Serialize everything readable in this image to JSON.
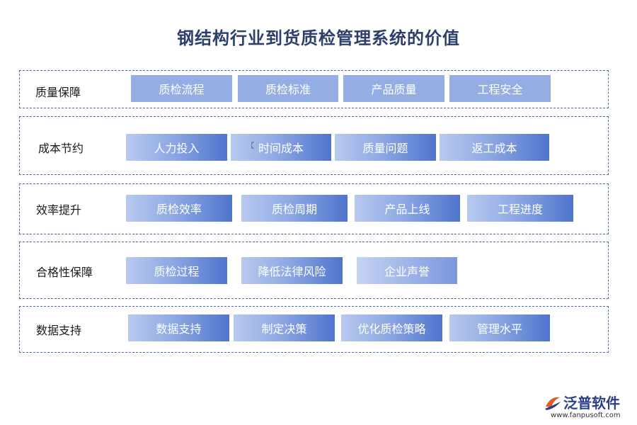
{
  "title": "钢结构行业到货质检管理系统的价值",
  "rows": [
    {
      "label": "质量保障",
      "items": [
        "质检流程",
        "质检标准",
        "产品质量",
        "工程安全"
      ]
    },
    {
      "label": "成本节约",
      "items": [
        "人力投入",
        "时间成本",
        "质量问题",
        "返工成本"
      ]
    },
    {
      "label": "效率提升",
      "items": [
        "质检效率",
        "质检周期",
        "产品上线",
        "工程进度"
      ]
    },
    {
      "label": "合格性保障",
      "items": [
        "质检过程",
        "降低法律风险",
        "企业声誉"
      ]
    },
    {
      "label": "数据支持",
      "items": [
        "数据支持",
        "制定决策",
        "优化质检策略",
        "管理水平"
      ]
    }
  ],
  "logo": {
    "name": "泛普软件",
    "url": "www.fanpusoft.com"
  },
  "colors": {
    "accent": "#4f74cd",
    "border": "#4a6fb5",
    "title": "#2e3f6a"
  }
}
